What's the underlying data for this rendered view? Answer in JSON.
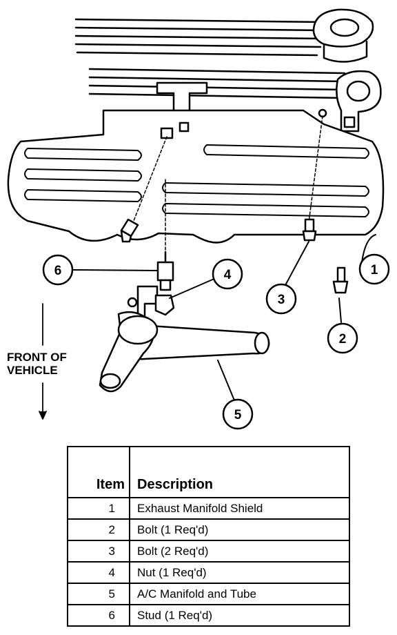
{
  "diagram": {
    "front_label_line1": "FRONT OF",
    "front_label_line2": "VEHICLE",
    "callouts": [
      "1",
      "2",
      "3",
      "4",
      "5",
      "6"
    ]
  },
  "table": {
    "headers": {
      "item": "Item",
      "description": "Description"
    },
    "rows": [
      {
        "item": "1",
        "description": "Exhaust Manifold Shield"
      },
      {
        "item": "2",
        "description": "Bolt (1 Req'd)"
      },
      {
        "item": "3",
        "description": "Bolt (2 Req'd)"
      },
      {
        "item": "4",
        "description": "Nut (1 Req'd)"
      },
      {
        "item": "5",
        "description": "A/C Manifold and Tube"
      },
      {
        "item": "6",
        "description": "Stud (1 Req'd)"
      }
    ]
  }
}
